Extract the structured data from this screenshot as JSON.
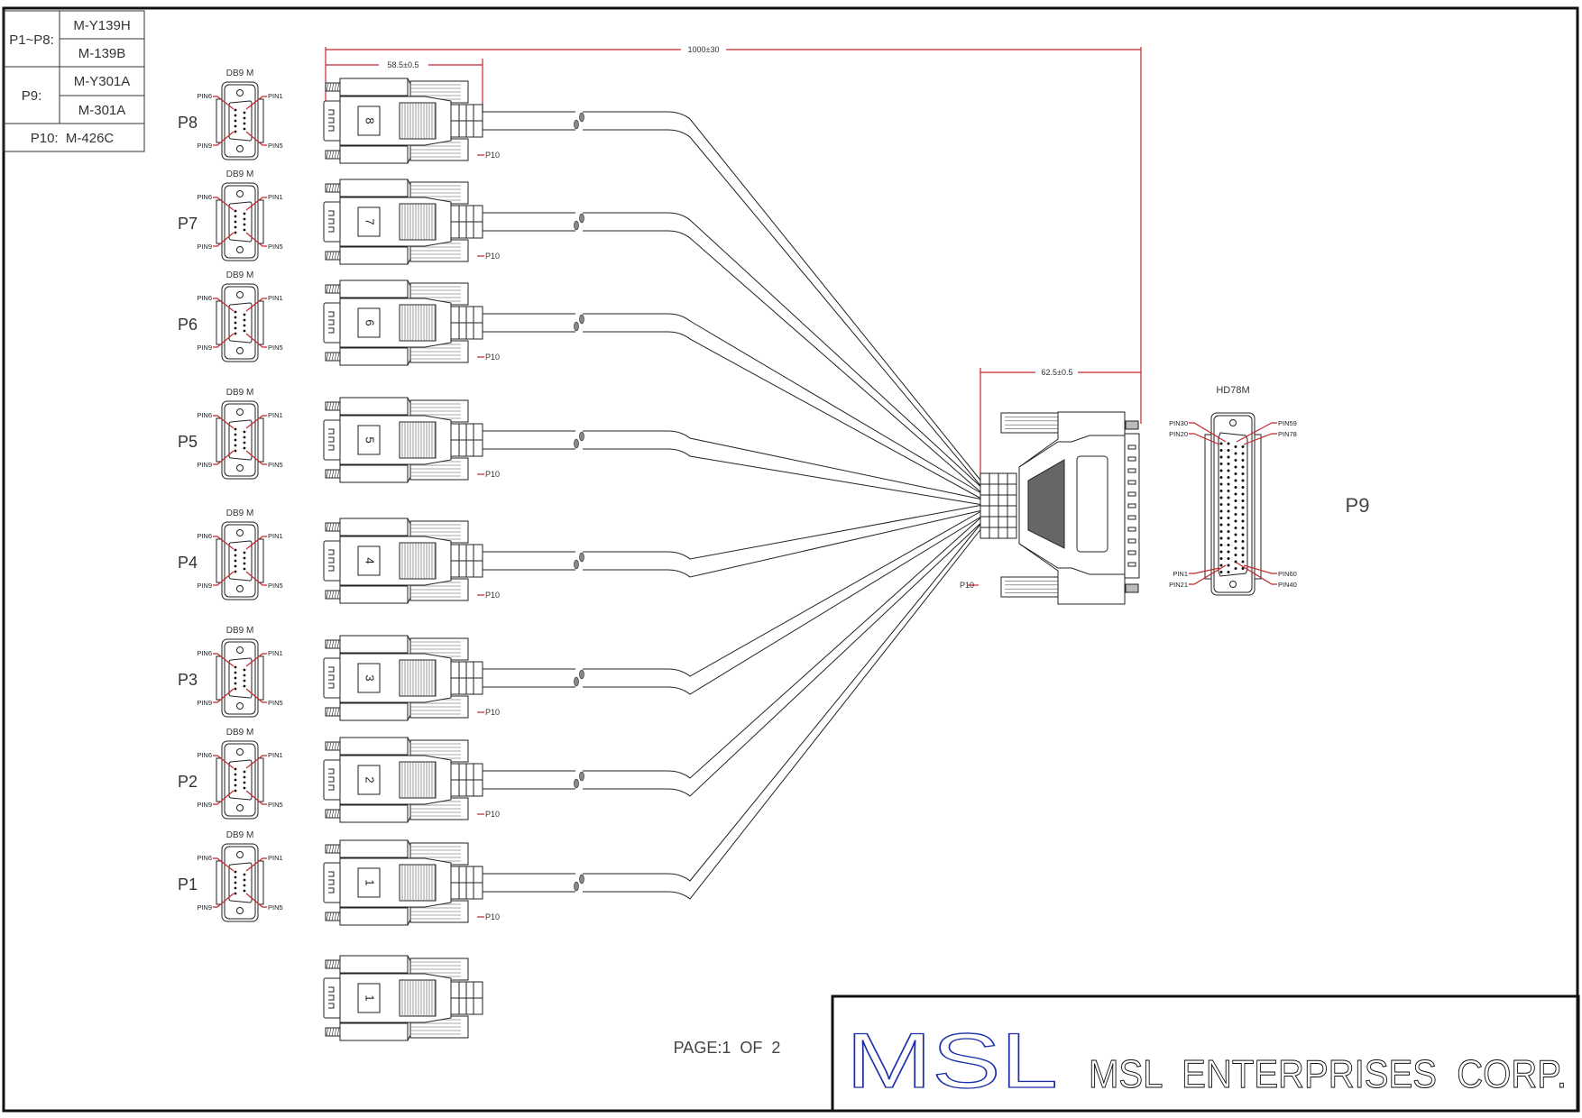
{
  "spec_table": {
    "rows": [
      {
        "group": "P1~P8:",
        "parts": [
          "M-Y139H",
          "M-139B"
        ]
      },
      {
        "group": "P9:",
        "parts": [
          "M-Y301A",
          "M-301A"
        ]
      }
    ],
    "footer": "P10:  M-426C"
  },
  "dimensions": {
    "overall_length": "1000±30",
    "db9_length": "58.5±0.5",
    "hd78_length": "62.5±0.5"
  },
  "db9_connectors": [
    {
      "label": "P8",
      "type": "DB9  M",
      "number": "8"
    },
    {
      "label": "P7",
      "type": "DB9  M",
      "number": "7"
    },
    {
      "label": "P6",
      "type": "DB9  M",
      "number": "6"
    },
    {
      "label": "P5",
      "type": "DB9  M",
      "number": "5"
    },
    {
      "label": "P4",
      "type": "DB9  M",
      "number": "4"
    },
    {
      "label": "P3",
      "type": "DB9  M",
      "number": "3"
    },
    {
      "label": "P2",
      "type": "DB9  M",
      "number": "2"
    },
    {
      "label": "P1",
      "type": "DB9  M",
      "number": "1"
    }
  ],
  "db9_pin_labels": {
    "top_left": "PIN6",
    "top_right": "PIN1",
    "bottom_left": "PIN9",
    "bottom_right": "PIN5"
  },
  "extra_connector_number": "1",
  "p10_label": "P10",
  "hd78": {
    "label": "P9",
    "type": "HD78M",
    "pins": {
      "top_left_1": "PIN30",
      "top_left_2": "PIN20",
      "top_right_1": "PIN59",
      "top_right_2": "PIN78",
      "bottom_left_1": "PIN1",
      "bottom_left_2": "PIN21",
      "bottom_right_1": "PIN60",
      "bottom_right_2": "PIN40"
    }
  },
  "page": "PAGE:1  OF  2",
  "title_block": {
    "logo": "MSL",
    "company": "MSL  ENTERPRISES  CORP."
  },
  "colors": {
    "dimension": "#c0282d",
    "logo": "#1a2fa8",
    "line": "#222222"
  }
}
